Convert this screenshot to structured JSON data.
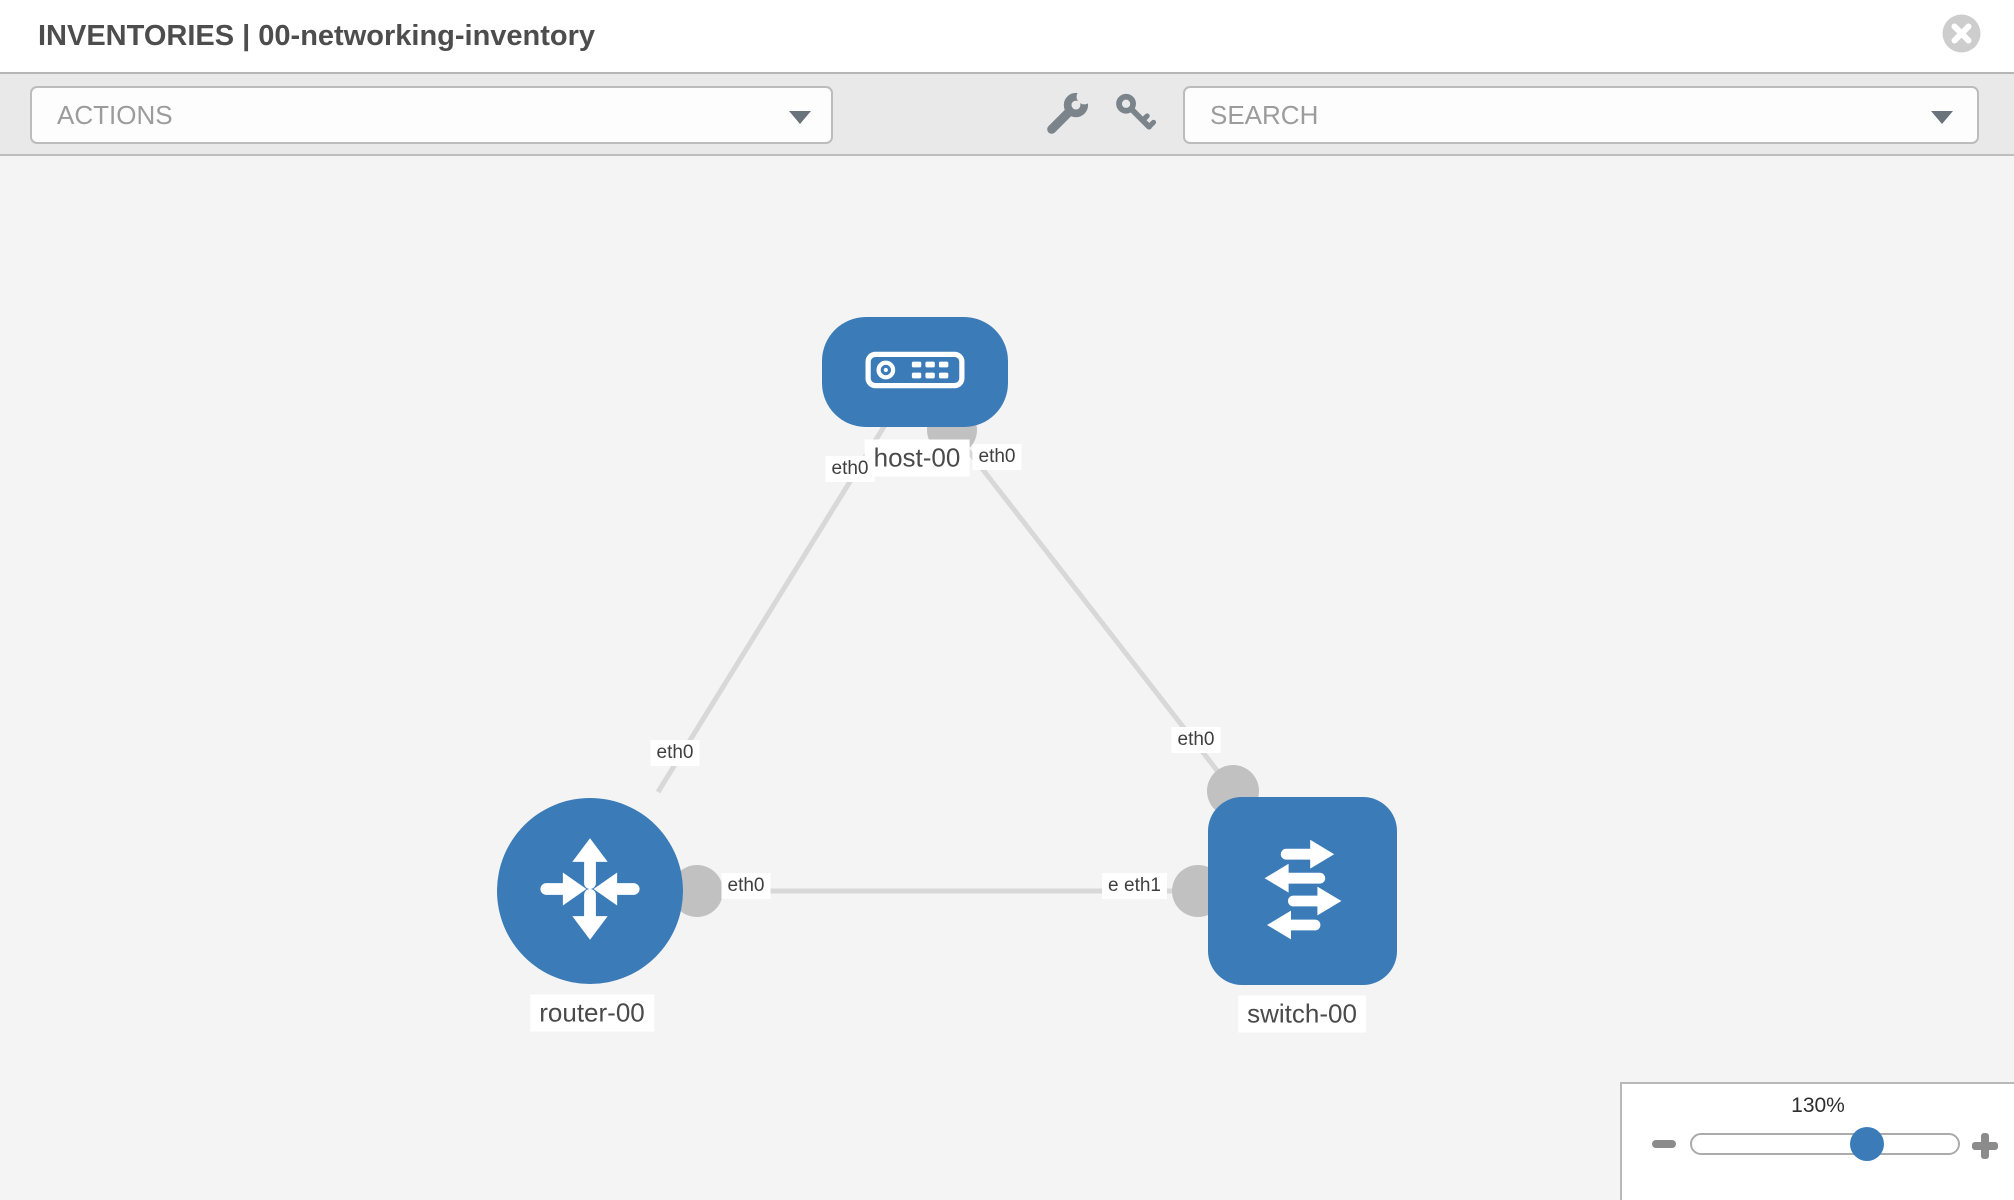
{
  "header": {
    "title": "INVENTORIES | 00-networking-inventory"
  },
  "toolbar": {
    "actions_label": "ACTIONS",
    "search_label": "SEARCH"
  },
  "icons": {
    "close": "close-icon",
    "wrench": "wrench-icon",
    "key": "key-icon",
    "actions_caret": "chevron-down-icon",
    "search_caret": "chevron-down-icon",
    "zoom_out": "minus-icon",
    "zoom_in": "plus-icon"
  },
  "topology": {
    "nodes": [
      {
        "id": "host-00",
        "label": "host-00",
        "type": "host"
      },
      {
        "id": "router-00",
        "label": "router-00",
        "type": "router"
      },
      {
        "id": "switch-00",
        "label": "switch-00",
        "type": "switch"
      }
    ],
    "links": [
      {
        "from": "router-00",
        "to": "host-00",
        "from_label": "eth0",
        "to_label": "eth0"
      },
      {
        "from": "host-00",
        "to": "switch-00",
        "from_label": "eth0",
        "to_label": "eth0"
      },
      {
        "from": "router-00",
        "to": "switch-00",
        "from_label": "eth0",
        "to_label": "eth1",
        "to_label_under": "eth0"
      }
    ]
  },
  "zoom_control": {
    "level": "130%"
  },
  "colors": {
    "node_blue": "#3b7cb8",
    "link_gray": "#d8d8d8",
    "connector_gray": "#c1c1c1",
    "accent_blue": "#3b7cb8"
  }
}
